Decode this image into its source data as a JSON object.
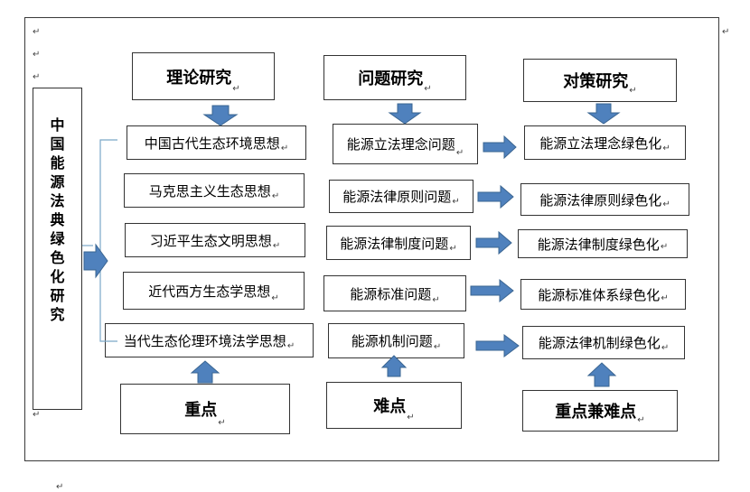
{
  "mark": "↵",
  "diagram": {
    "vertical_title": [
      "中",
      "国",
      "能",
      "源",
      "法",
      "典",
      "绿",
      "色",
      "化",
      "研",
      "究"
    ],
    "headers": {
      "theory": "理论研究",
      "problem": "问题研究",
      "strategy": "对策研究"
    },
    "theory_items": [
      "中国古代生态环境思想",
      "马克思主义生态思想",
      "习近平生态文明思想",
      "近代西方生态学思想",
      "当代生态伦理环境法学思想"
    ],
    "problem_items": [
      "能源立法理念问题",
      "能源法律原则问题",
      "能源法律制度问题",
      "能源标准问题",
      "能源机制问题"
    ],
    "strategy_items": [
      "能源立法理念绿色化",
      "能源法律原则绿色化",
      "能源法律制度绿色化",
      "能源标准体系绿色化",
      "能源法律机制绿色化"
    ],
    "bottom": {
      "key_points": "重点",
      "difficulties": "难点",
      "key_and_difficult": "重点兼难点"
    }
  },
  "colors": {
    "arrow_fill": "#4f81bd",
    "arrow_stroke": "#3a6591",
    "bracket": "#7aa6c8"
  }
}
